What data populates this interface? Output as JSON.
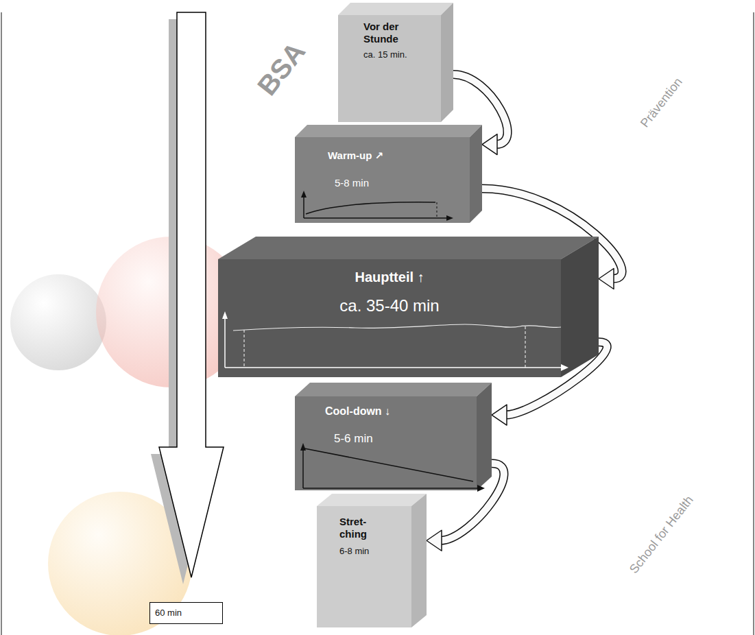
{
  "diagram": {
    "nodes": [
      {
        "text": [
          "Vor der Stunde",
          "ca. 15 min."
        ]
      },
      {
        "text": [
          "Warm-up ↗",
          "5-8 min"
        ]
      },
      {
        "text": [
          "Hauptteil ↑",
          "ca. 35-40 min"
        ]
      },
      {
        "text": [
          "Cool-down ↓",
          "5-6 min"
        ]
      },
      {
        "text": [
          "Stret- ching",
          "6-8 min"
        ]
      },
      {
        "text": [
          "60 min"
        ]
      }
    ],
    "edges": [
      {
        "from": 0,
        "to": 1,
        "arrow": "to"
      },
      {
        "from": 1,
        "to": 2,
        "arrow": "to"
      },
      {
        "from": 2,
        "to": 3,
        "arrow": "to"
      },
      {
        "from": 3,
        "to": 4,
        "arrow": "to"
      }
    ],
    "labels": [
      "BSA",
      "Prävention",
      "School for Health"
    ]
  }
}
